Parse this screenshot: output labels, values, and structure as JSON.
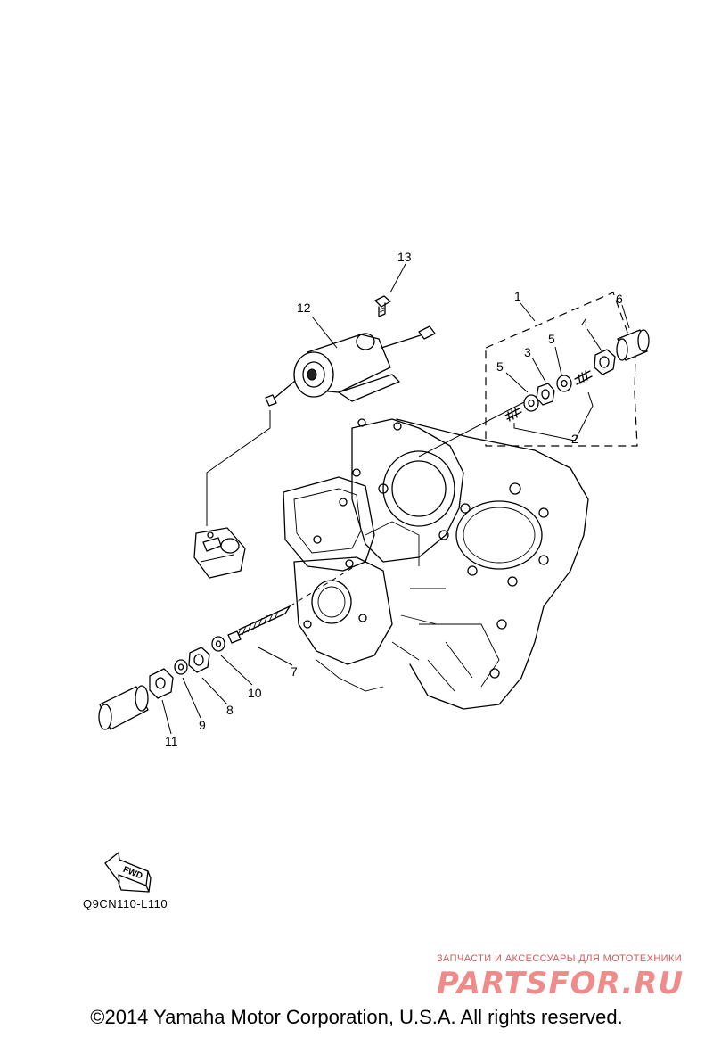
{
  "callouts": {
    "n1": "1",
    "n2": "2",
    "n3": "3",
    "n4": "4",
    "n5a": "5",
    "n5b": "5",
    "n6": "6",
    "n7": "7",
    "n8": "8",
    "n9": "9",
    "n10": "10",
    "n11": "11",
    "n12": "12",
    "n13": "13"
  },
  "fwd_label": "FWD",
  "diagram_code": "Q9CN110-L110",
  "watermark": {
    "tagline": "ЗАПЧАСТИ И АКСЕССУАРЫ ДЛЯ МОТОТЕХНИКИ",
    "logo": "PARTSFOR.RU"
  },
  "copyright": "©2014 Yamaha Motor Corporation, U.S.A. All rights reserved.",
  "colors": {
    "line": "#000000",
    "watermark": "#ee8c8c"
  }
}
